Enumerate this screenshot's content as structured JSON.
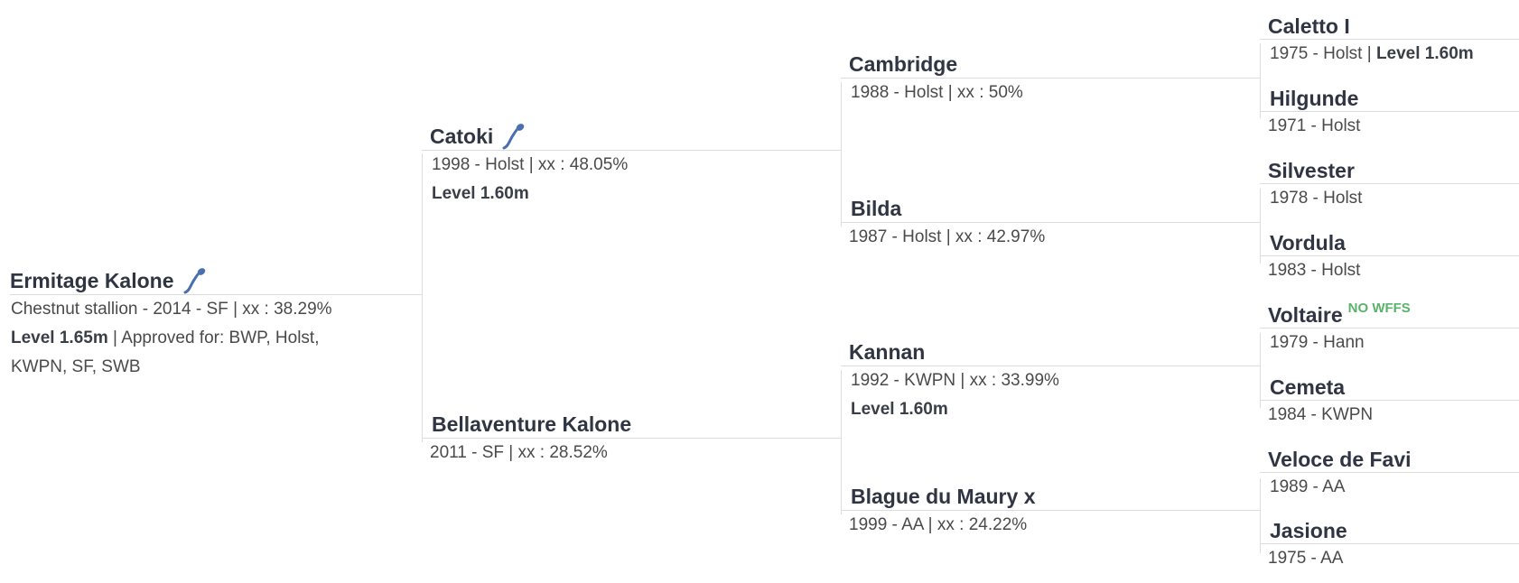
{
  "subject": {
    "name": "Ermitage Kalone",
    "icon": "sperm-icon",
    "info_line1": "Chestnut stallion - 2014 - SF | xx : 38.29%",
    "level": "Level 1.65m",
    "approved": " | Approved for: BWP, Holst,",
    "approved_cont": "KWPN, SF, SWB"
  },
  "sire": {
    "name": "Catoki",
    "icon": "sperm-icon",
    "info_line1": "1998 - Holst | xx : 48.05%",
    "level": "Level 1.60m"
  },
  "dam": {
    "name": "Bellaventure Kalone",
    "info_line1": "2011 - SF | xx : 28.52%"
  },
  "sire_sire": {
    "name": "Cambridge",
    "info_line1": "1988 - Holst | xx : 50%"
  },
  "sire_dam": {
    "name": "Bilda",
    "info_line1": "1987 - Holst | xx : 42.97%"
  },
  "dam_sire": {
    "name": "Kannan",
    "info_line1": "1992 - KWPN | xx : 33.99%",
    "level": "Level 1.60m"
  },
  "dam_dam": {
    "name": "Blague du Maury x",
    "info_line1": "1999 - AA | xx : 24.22%"
  },
  "gen4": [
    {
      "name": "Caletto I",
      "info": "1975 - Holst | ",
      "level": "Level 1.60m"
    },
    {
      "name": "Hilgunde",
      "info": "1971 - Holst"
    },
    {
      "name": "Silvester",
      "info": "1978 - Holst"
    },
    {
      "name": "Vordula",
      "info": "1983 - Holst"
    },
    {
      "name": "Voltaire",
      "badge": "NO WFFS",
      "info": "1979 - Hann"
    },
    {
      "name": "Cemeta",
      "info": "1984 - KWPN"
    },
    {
      "name": "Veloce de Favi",
      "info": "1989 - AA"
    },
    {
      "name": "Jasione",
      "info": "1975 - AA"
    }
  ],
  "colors": {
    "name": "#2f3542",
    "text": "#4a4a4a",
    "line": "#dcdcdc",
    "icon": "#4a6fb0",
    "badge": "#59b36b"
  }
}
